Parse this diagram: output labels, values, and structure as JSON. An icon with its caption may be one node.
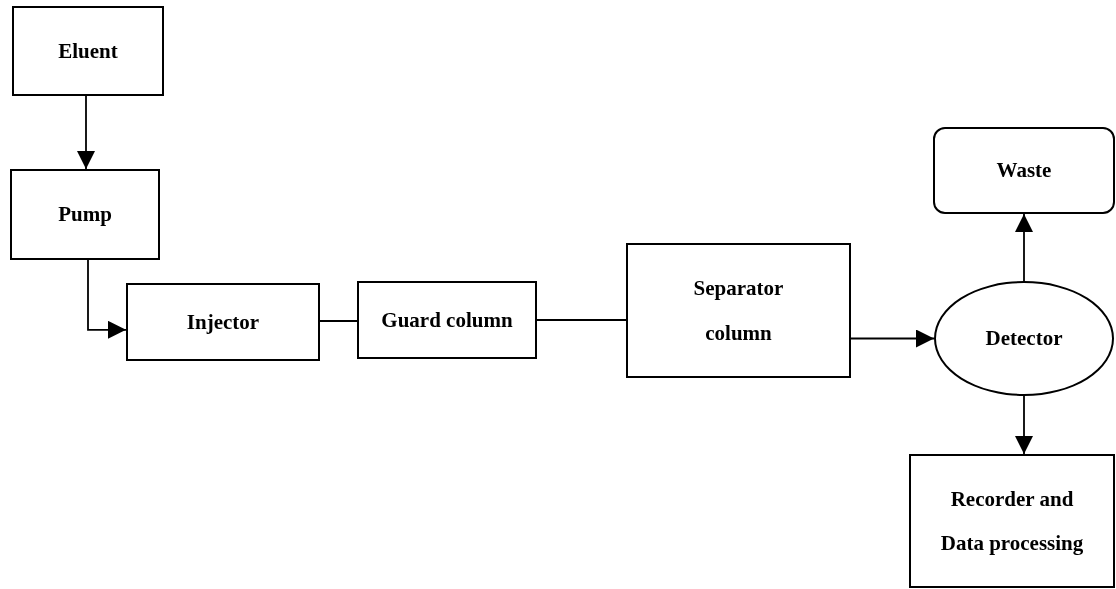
{
  "diagram": {
    "nodes": [
      {
        "text": [
          "Eluent"
        ]
      },
      {
        "text": [
          "Pump"
        ]
      },
      {
        "text": [
          "Injector"
        ]
      },
      {
        "text": [
          "Guard column"
        ]
      },
      {
        "text": [
          "Separator column"
        ]
      },
      {
        "text": [
          "Detector"
        ]
      },
      {
        "text": [
          "Waste"
        ]
      },
      {
        "text": [
          "Recorder and Data processing"
        ]
      }
    ],
    "edges": [
      {
        "from": 0,
        "to": 1,
        "arrow": "to"
      },
      {
        "from": 1,
        "to": 2,
        "arrow": "to"
      },
      {
        "from": 2,
        "to": 3,
        "arrow": "none"
      },
      {
        "from": 3,
        "to": 4,
        "arrow": "none"
      },
      {
        "from": 4,
        "to": 5,
        "arrow": "to"
      },
      {
        "from": 5,
        "to": 6,
        "arrow": "to"
      },
      {
        "from": 5,
        "to": 7,
        "arrow": "to"
      }
    ]
  }
}
